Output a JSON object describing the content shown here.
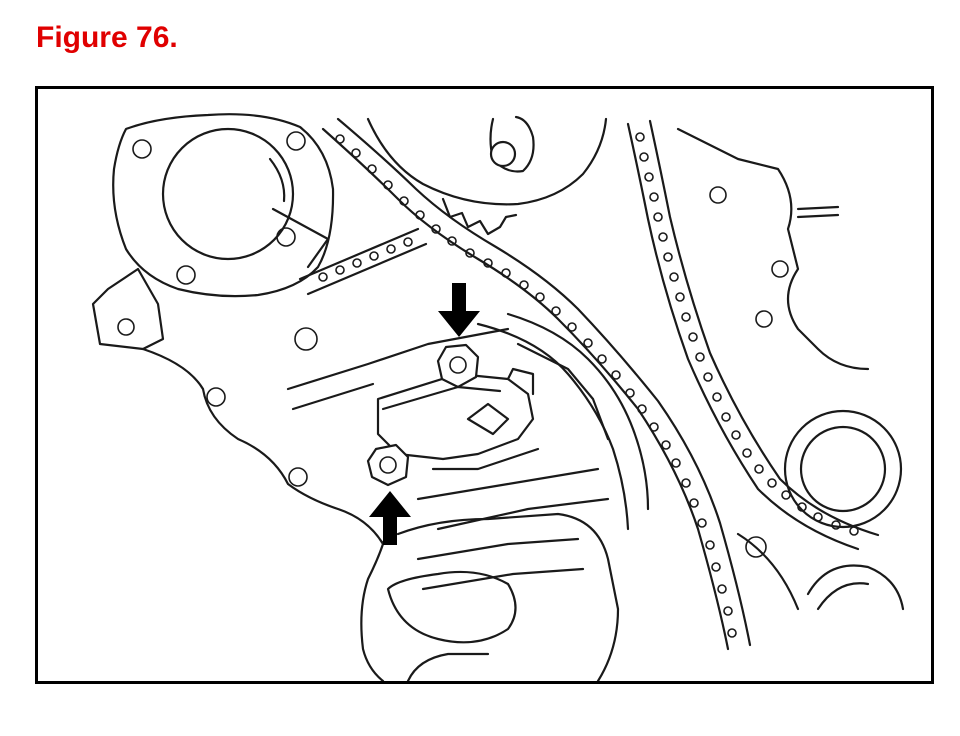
{
  "figure": {
    "title": "Figure 76.",
    "title_color": "#e00000"
  },
  "illustration": {
    "line_color": "#1a1a1a",
    "arrow_color": "#000000",
    "callout_arrows": [
      {
        "direction": "down",
        "target": "upper-bolt"
      },
      {
        "direction": "up",
        "target": "lower-bolt"
      }
    ]
  }
}
